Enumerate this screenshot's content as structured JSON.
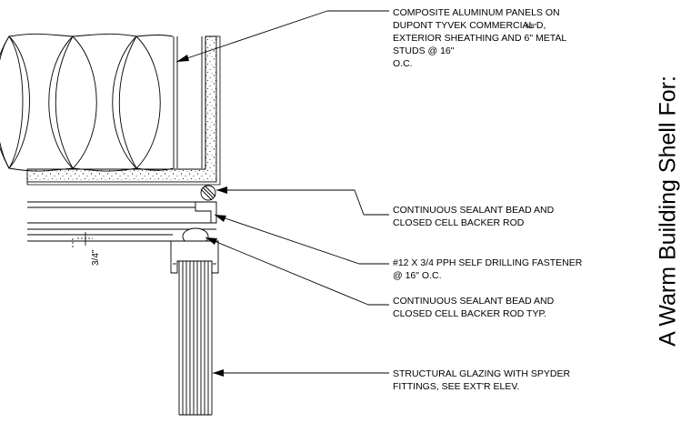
{
  "notes": {
    "panels": [
      "COMPOSITE ALUMINUM PANELS ON",
      "DUPONT TYVEK COMMERCIAL D,",
      "EXTERIOR SHEATHING AND 6\" METAL",
      "STUDS @ 16\"",
      "O.C."
    ],
    "panels_fraction": "5/8\"",
    "sealant_top": [
      "CONTINUOUS SEALANT BEAD AND",
      "CLOSED CELL BACKER ROD"
    ],
    "fastener": [
      "#12 X 3/4 PPH SELF DRILLING FASTENER",
      "@ 16\" O.C."
    ],
    "sealant_typ": [
      "CONTINUOUS SEALANT BEAD AND",
      "CLOSED CELL BACKER ROD TYP."
    ],
    "glazing": [
      "STRUCTURAL GLAZING WITH SPYDER",
      "FITTINGS, SEE EXT'R ELEV."
    ]
  },
  "dimension": "3/4\"",
  "side_title": "A Warm Building Shell For:"
}
